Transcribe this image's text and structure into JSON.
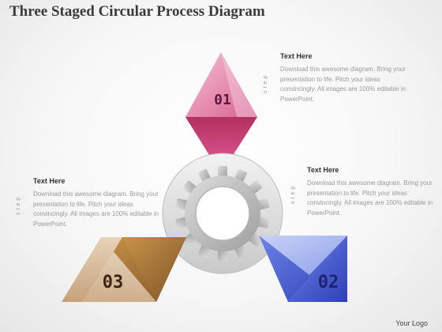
{
  "title": "Three Staged Circular Process Diagram",
  "steps": [
    {
      "number": "01",
      "heading": "Text Here",
      "side_label": "step",
      "body": "Download this awesome diagram. Bring your presentation to life. Pitch your ideas convincingly. All images are 100% editable in PowerPoint.",
      "color": "#c8457a"
    },
    {
      "number": "02",
      "heading": "Text Here",
      "side_label": "step",
      "body": "Download this awesome diagram. Bring your presentation to life. Pitch your ideas convincingly. All images are 100% editable in PowerPoint.",
      "color": "#4a5fc8"
    },
    {
      "number": "03",
      "heading": "Text Here",
      "side_label": "step",
      "body": "Download this awesome diagram. Bring your presentation to life. Pitch your ideas convincingly. All images are 100% editable in PowerPoint.",
      "color": "#a77a3e"
    }
  ],
  "center_icon": "gear-icon",
  "logo": "Your Logo"
}
